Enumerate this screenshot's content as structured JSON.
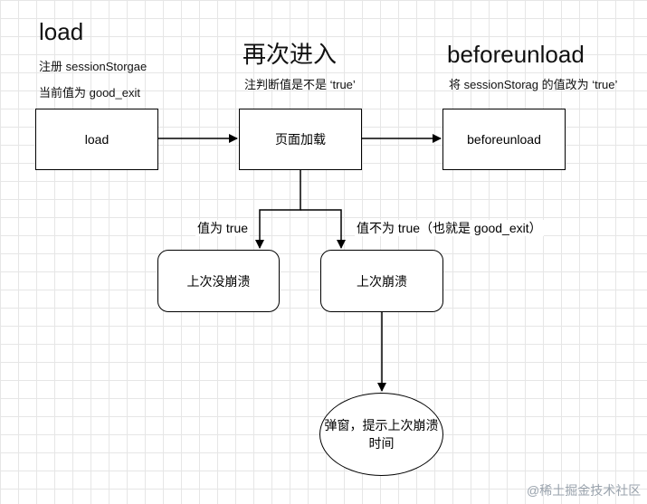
{
  "columns": {
    "load": {
      "heading": "load",
      "notes": [
        "注册 sessionStorgae",
        "当前值为 good_exit"
      ],
      "box_label": "load"
    },
    "reenter": {
      "heading": "再次进入",
      "notes": [
        "注判断值是不是 ‘true’"
      ],
      "box_label": "页面加载"
    },
    "beforeunload": {
      "heading": "beforeunload",
      "notes": [
        "将 sessionStorag 的值改为 ‘true’"
      ],
      "box_label": "beforeunload"
    }
  },
  "branches": {
    "left": {
      "edge_label": "值为 true",
      "box_label": "上次没崩溃"
    },
    "right": {
      "edge_label": "值不为 true（也就是 good_exit）",
      "box_label": "上次崩溃"
    }
  },
  "popup": {
    "label_line1": "弹窗，提示上次崩溃",
    "label_line2": "时间"
  },
  "watermark": "@稀土掘金技术社区"
}
